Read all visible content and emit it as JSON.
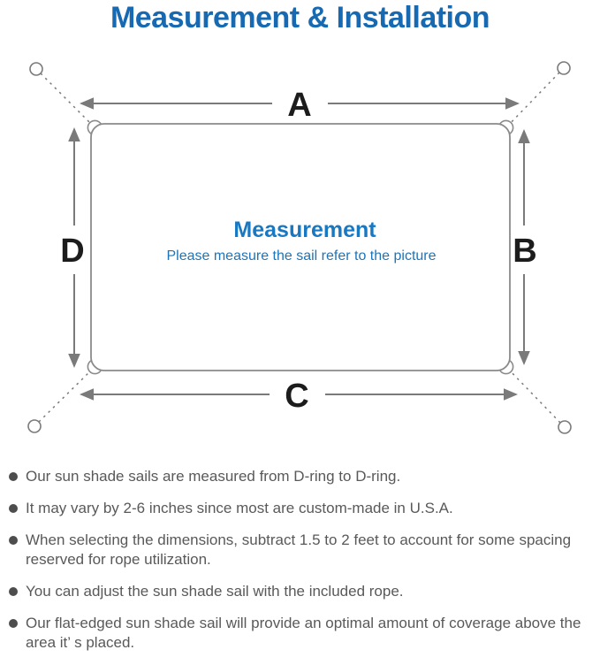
{
  "page": {
    "title": "Measurement & Installation"
  },
  "diagram": {
    "dimension_labels": {
      "top": "A",
      "right": "B",
      "bottom": "C",
      "left": "D"
    },
    "center_heading": "Measurement",
    "center_subheading": "Please measure the sail refer to the picture"
  },
  "notes": {
    "items": [
      "Our sun shade sails are measured from D-ring to D-ring.",
      "It may vary by 2-6 inches since most are custom-made in U.S.A.",
      "When selecting the dimensions, subtract 1.5 to 2 feet to account for some spacing reserved for rope utilization.",
      "You can adjust the sun shade sail with the included rope.",
      "Our flat-edged sun shade sail will provide an optimal amount of coverage above the area it’ s placed."
    ]
  },
  "icons": {
    "anchor_point": "anchor-point-icon",
    "d_ring": "d-ring-icon",
    "bullet": "bullet-dot-icon"
  },
  "colors": {
    "title_blue": "#176ab2",
    "center_heading_blue": "#1878c2",
    "center_subheading_blue": "#1e74b8",
    "line_gray": "#7a7a7a",
    "sail_stroke_gray": "#8a8a8a",
    "dimension_label_black": "#1c1c1c",
    "note_text_gray": "#595959",
    "bullet_gray": "#4d4d4d"
  }
}
